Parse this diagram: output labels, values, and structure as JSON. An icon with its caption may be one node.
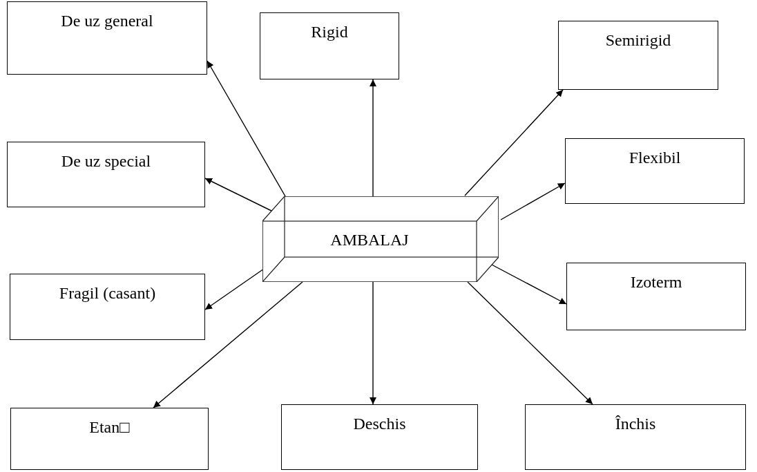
{
  "diagram": {
    "nodes": [
      {
        "text": [
          "AMBALAJ"
        ]
      },
      {
        "text": [
          "De uz general"
        ]
      },
      {
        "text": [
          "Rigid"
        ]
      },
      {
        "text": [
          "Semirigid"
        ]
      },
      {
        "text": [
          "De uz special"
        ]
      },
      {
        "text": [
          "Flexibil"
        ]
      },
      {
        "text": [
          "Fragil (casant)"
        ]
      },
      {
        "text": [
          "Izoterm"
        ]
      },
      {
        "text": [
          "Etan□"
        ]
      },
      {
        "text": [
          "Deschis"
        ]
      },
      {
        "text": [
          "Închis"
        ]
      }
    ],
    "edges": [
      {
        "from": 0,
        "to": 1,
        "arrow": "to"
      },
      {
        "from": 0,
        "to": 2,
        "arrow": "to"
      },
      {
        "from": 0,
        "to": 3,
        "arrow": "to"
      },
      {
        "from": 0,
        "to": 4,
        "arrow": "to"
      },
      {
        "from": 0,
        "to": 5,
        "arrow": "to"
      },
      {
        "from": 0,
        "to": 6,
        "arrow": "to"
      },
      {
        "from": 0,
        "to": 7,
        "arrow": "to"
      },
      {
        "from": 0,
        "to": 8,
        "arrow": "to"
      },
      {
        "from": 0,
        "to": 9,
        "arrow": "to"
      },
      {
        "from": 0,
        "to": 10,
        "arrow": "to"
      }
    ]
  }
}
